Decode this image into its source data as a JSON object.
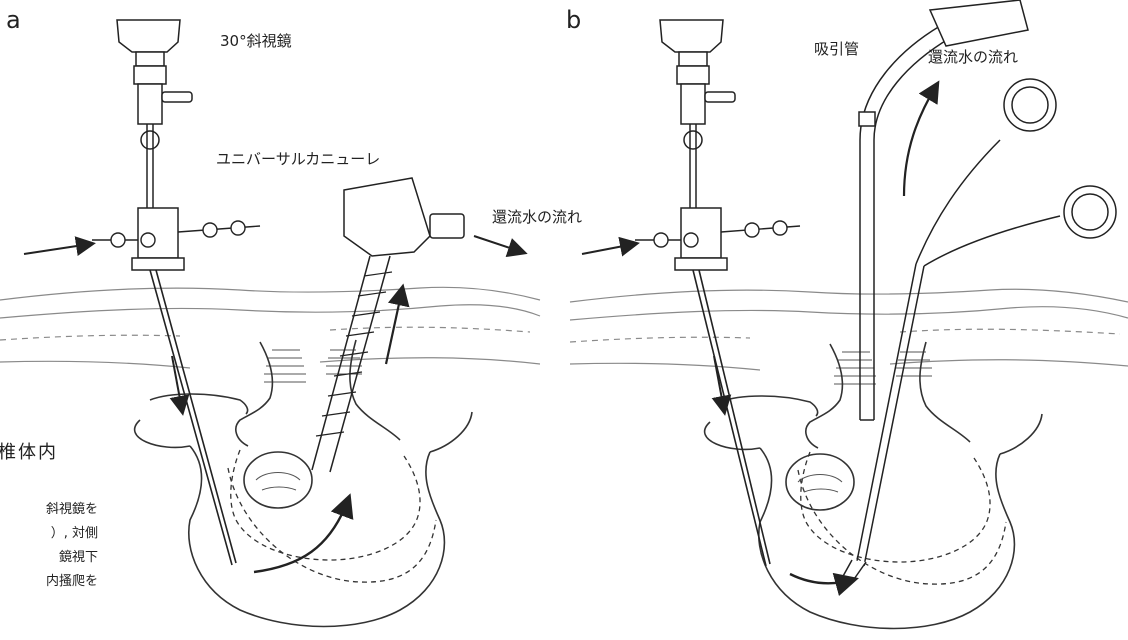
{
  "panels": [
    {
      "letter": "a"
    },
    {
      "letter": "b"
    }
  ],
  "labels": {
    "scope_30deg": "30°斜視鏡",
    "universal_cannula": "ユニバーサルカニューレ",
    "return_flow_a": "還流水の流れ",
    "suction_tube": "吸引管",
    "return_flow_b": "還流水の流れ"
  },
  "cropped_caption": {
    "title_fragment": "椎体内",
    "lines": [
      "斜視鏡を",
      "）, 対側",
      "鏡視下",
      "内搔爬を"
    ]
  },
  "colors": {
    "ink": "#222222",
    "line": "#333333",
    "tissue": "#8a8a8a",
    "background": "#ffffff"
  }
}
